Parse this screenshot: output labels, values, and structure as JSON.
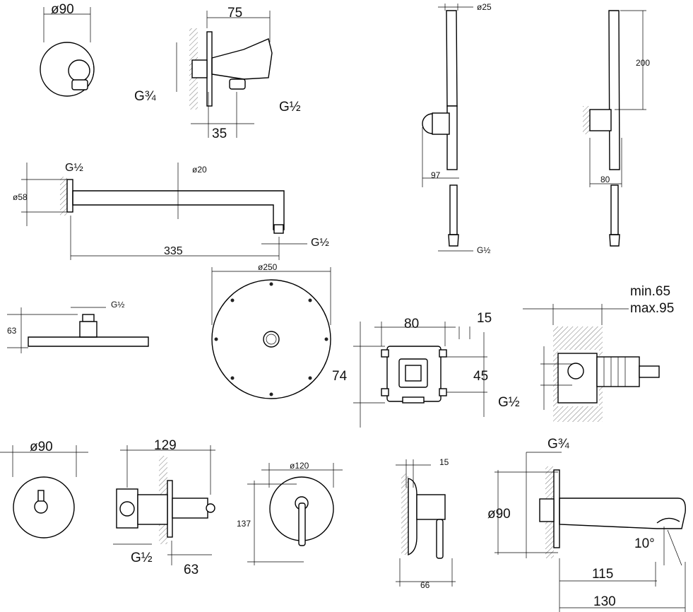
{
  "title": "Concealed shower set technical drawing",
  "components": {
    "round_plate": {
      "diameter": "ø90"
    },
    "wall_elbow": {
      "width": "75",
      "thread_in": "G¾",
      "thread_out": "G½",
      "offset": "35"
    },
    "hand_shower_front": {
      "diameter": "ø25",
      "depth": "97",
      "thread": "G½"
    },
    "hand_shower_side": {
      "height": "200",
      "width": "80"
    },
    "shower_arm": {
      "thread_wall": "G½",
      "tube": "ø20",
      "flange": "ø58",
      "length": "335",
      "thread_head": "G½"
    },
    "head_side": {
      "height": "63",
      "thread": "G½"
    },
    "head_top": {
      "diameter": "ø250"
    },
    "box_front": {
      "width": "80",
      "offset": "15",
      "height": "74",
      "inner": "45"
    },
    "box_side": {
      "min": "min.65",
      "max": "max.95",
      "thread": "G½"
    },
    "thermo_plate": {
      "diameter": "ø90"
    },
    "thermo_side": {
      "length": "129",
      "thread": "G½",
      "depth": "63"
    },
    "mixer_plate": {
      "diameter": "ø120",
      "height": "137"
    },
    "mixer_side": {
      "offset": "15",
      "depth": "66"
    },
    "spout": {
      "thread": "G¾",
      "diameter": "ø90",
      "angle": "10°",
      "length_short": "115",
      "length_long": "130"
    }
  }
}
